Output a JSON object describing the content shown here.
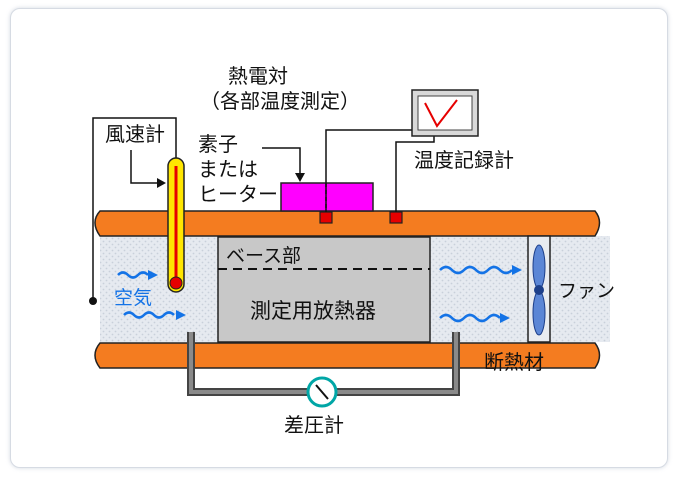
{
  "labels": {
    "thermocouple_line1": "熱電対",
    "thermocouple_line2": "（各部温度測定）",
    "anemometer": "風速計",
    "element_line1": "素子",
    "element_line2": "または",
    "element_line3": "ヒーター",
    "temperature_recorder": "温度記録計",
    "base": "ベース部",
    "measured_heatsink": "測定用放熱器",
    "air": "空気",
    "fan": "ファン",
    "insulation": "断熱材",
    "differential_pressure_gauge": "差圧計"
  },
  "colors": {
    "duct_wall": "#f47c20",
    "duct_inner": "#dfe4ec",
    "heatsink": "#c8c8c8",
    "heater": "#ff00ff",
    "sensor": "#e60000",
    "anemometer_body": "#ffe600",
    "anemometer_bulb": "#e60000",
    "air_flow": "#1473e6",
    "fan_blade": "#5b86d6",
    "pipe": "#666666",
    "gauge": "#00a6a6"
  },
  "icons": {
    "recorder": "chart-recorder-icon",
    "fan": "fan-icon",
    "gauge": "pressure-gauge-icon"
  }
}
